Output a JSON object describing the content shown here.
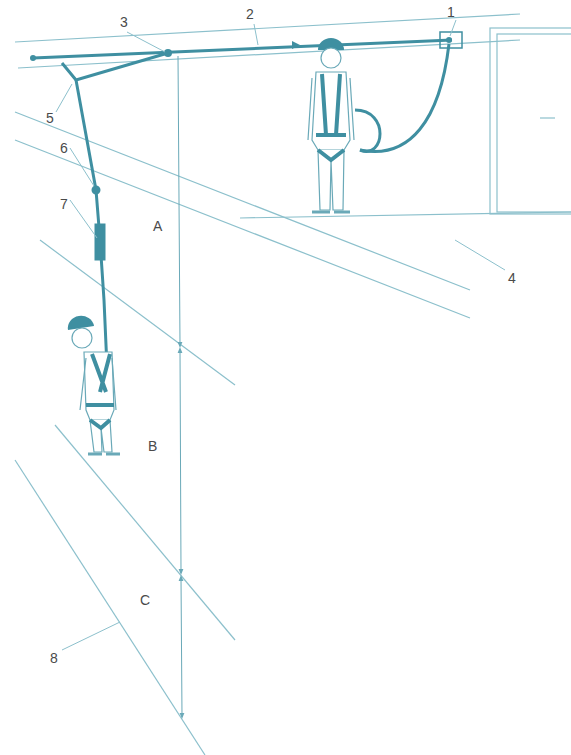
{
  "diagram": {
    "labels": [
      "1",
      "2",
      "3",
      "5",
      "6",
      "7",
      "A",
      "4",
      "B",
      "C",
      "8"
    ]
  }
}
